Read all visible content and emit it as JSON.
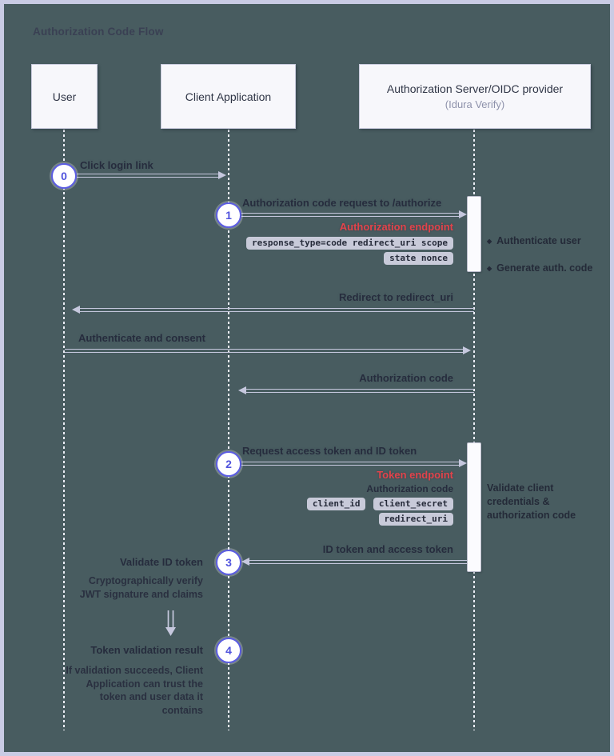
{
  "title": "Authorization Code Flow",
  "actors": [
    {
      "label": "User"
    },
    {
      "label": "Client Application"
    },
    {
      "label": "Authorization Server/OIDC provider",
      "subtitle": "(Idura Verify)"
    }
  ],
  "circles": [
    "0",
    "1",
    "2",
    "3",
    "4"
  ],
  "bullet": "◆",
  "messages": {
    "click_login": "Click login link",
    "authz_request": "Authorization code request to /authorize",
    "authz_endpoint": "Authorization endpoint",
    "authz_params1": "response_type=code redirect_uri scope",
    "authz_params2": "state nonce",
    "redirect": "Redirect to redirect_uri",
    "consent": "Authenticate and consent",
    "auth_code": "Authorization code",
    "token_request": "Request access token and ID token",
    "token_endpoint": "Token endpoint",
    "token_param_label": "Authorization code",
    "pill_client_id": "client_id",
    "pill_client_secret": "client_secret",
    "pill_redirect_uri": "redirect_uri",
    "id_token": "ID token and access token"
  },
  "notes": {
    "server1": [
      "Authenticate user",
      "Generate auth. code"
    ],
    "server2": "Validate client\ncredentials &\nauthorization code",
    "validate_title": "Validate ID token",
    "validate_body": "Cryptographically verify\nJWT signature and claims",
    "result_title": "Token validation result",
    "result_body": "If validation succeeds, Client\nApplication can trust the\ntoken and user data it\ncontains"
  },
  "colors": {
    "background": "#485c60",
    "frame": "#c9cbe4",
    "accent_purple": "#5b5ce2",
    "endpoint_red": "#e2444b",
    "arrow": "#c6c8de",
    "pill_bg": "#c8cad9",
    "box_bg": "#f7f7fb"
  }
}
